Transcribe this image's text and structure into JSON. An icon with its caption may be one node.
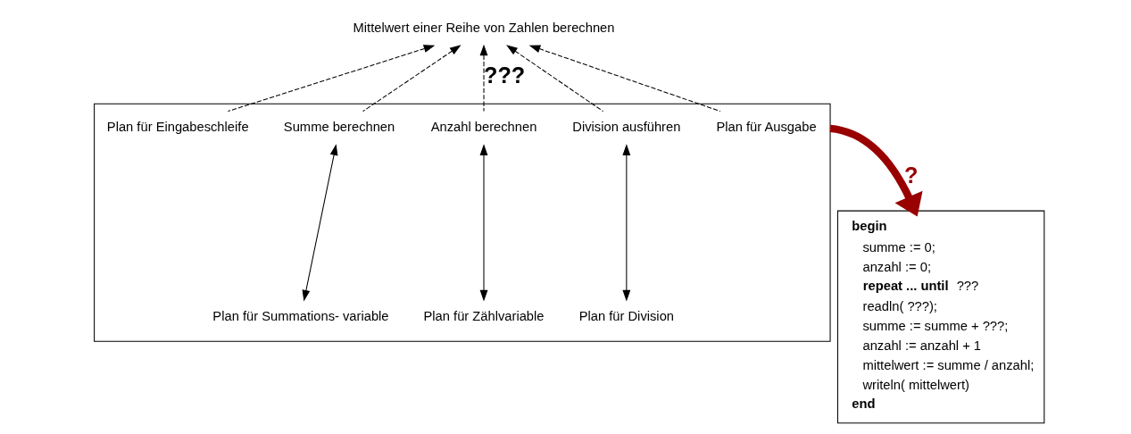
{
  "diagram": {
    "nodes": [
      {
        "text": [
          "Mittelwert einer Reihe von Zahlen berechnen"
        ]
      },
      {
        "text": [],
        "shape": "box"
      },
      {
        "text": [
          "Plan für Eingabeschleife"
        ],
        "in": 1
      },
      {
        "text": [
          "Summe berechnen"
        ],
        "in": 1
      },
      {
        "text": [
          "Plan für Summations- variable"
        ],
        "in": 1
      },
      {
        "text": [
          "Anzahl berechnen"
        ],
        "in": 1
      },
      {
        "text": [
          "Plan für Zählvariable"
        ],
        "in": 1
      },
      {
        "text": [
          "Division ausführen"
        ],
        "in": 1
      },
      {
        "text": [
          "Plan für Division"
        ],
        "in": 1
      },
      {
        "text": [
          "Plan für Ausgabe"
        ],
        "in": 1
      },
      {
        "text": [
          "begin",
          "summe := 0;",
          "anzahl := 0;",
          "**repeat ... until** ???",
          "readln( ???);",
          "summe := summe + ???;",
          "anzahl := anzahl + 1",
          "mittelwert := summe / anzahl;",
          "writeln( mittelwert)",
          "end"
        ]
      }
    ],
    "edges": [
      {
        "from": 2,
        "to": 0,
        "arrow": "to",
        "style": "dashed"
      },
      {
        "from": 3,
        "to": 0,
        "arrow": "to",
        "style": "dashed"
      },
      {
        "from": 5,
        "to": 0,
        "arrow": "to",
        "style": "dashed",
        "label": "???"
      },
      {
        "from": 7,
        "to": 0,
        "arrow": "to",
        "style": "dashed"
      },
      {
        "from": 9,
        "to": 0,
        "arrow": "to",
        "style": "dashed"
      },
      {
        "from": 3,
        "to": 4,
        "arrow": "both"
      },
      {
        "from": 5,
        "to": 6,
        "arrow": "both"
      },
      {
        "from": 7,
        "to": 8,
        "arrow": "both"
      },
      {
        "from": 1,
        "to": 10,
        "arrow": "to",
        "style": "thick",
        "color": "#990000",
        "label": "?"
      }
    ]
  }
}
